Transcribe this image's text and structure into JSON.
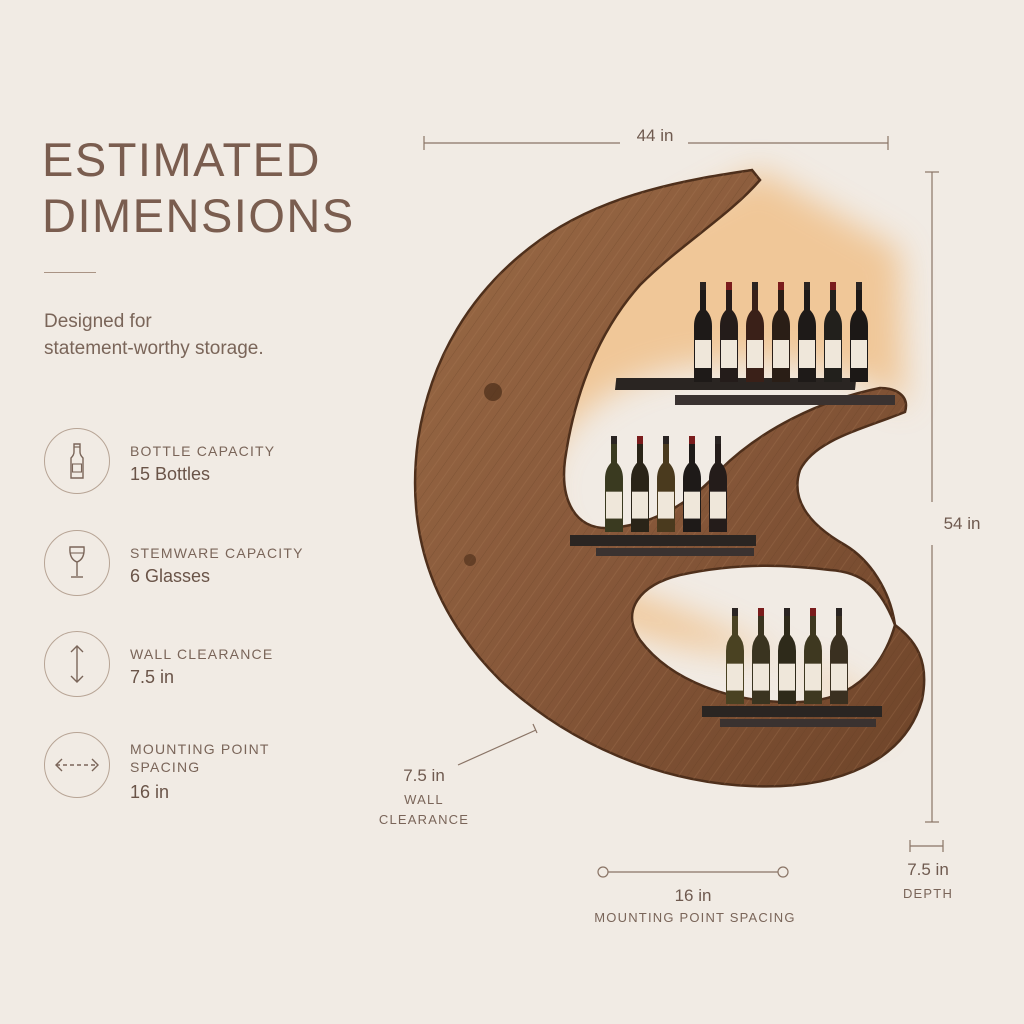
{
  "title": {
    "line1": "ESTIMATED",
    "line2": "DIMENSIONS"
  },
  "tagline": {
    "line1": "Designed for",
    "line2": "statement-worthy storage."
  },
  "specs": [
    {
      "icon": "bottle-icon",
      "label": "BOTTLE CAPACITY",
      "value": "15 Bottles"
    },
    {
      "icon": "wine-glass-icon",
      "label": "STEMWARE CAPACITY",
      "value": "6 Glasses"
    },
    {
      "icon": "vertical-arrow-icon",
      "label": "WALL CLEARANCE",
      "value": "7.5 in"
    },
    {
      "icon": "horizontal-dashed-arrow-icon",
      "label": "MOUNTING POINT SPACING",
      "value": "16 in"
    }
  ],
  "dimensions": {
    "width": "44 in",
    "height": "54 in",
    "wall_clearance_value": "7.5 in",
    "wall_clearance_label_1": "WALL",
    "wall_clearance_label_2": "CLEARANCE",
    "mounting_value": "16 in",
    "mounting_label": "MOUNTING POINT SPACING",
    "depth_value": "7.5 in",
    "depth_label": "DEPTH"
  },
  "colors": {
    "background": "#f1ebe4",
    "wood": "#8a5a38",
    "wood_dark": "#5e3a22",
    "glow": "#f0b878",
    "shelf": "#2a2522",
    "text": "#6f5a4f",
    "rule": "#a99384"
  }
}
